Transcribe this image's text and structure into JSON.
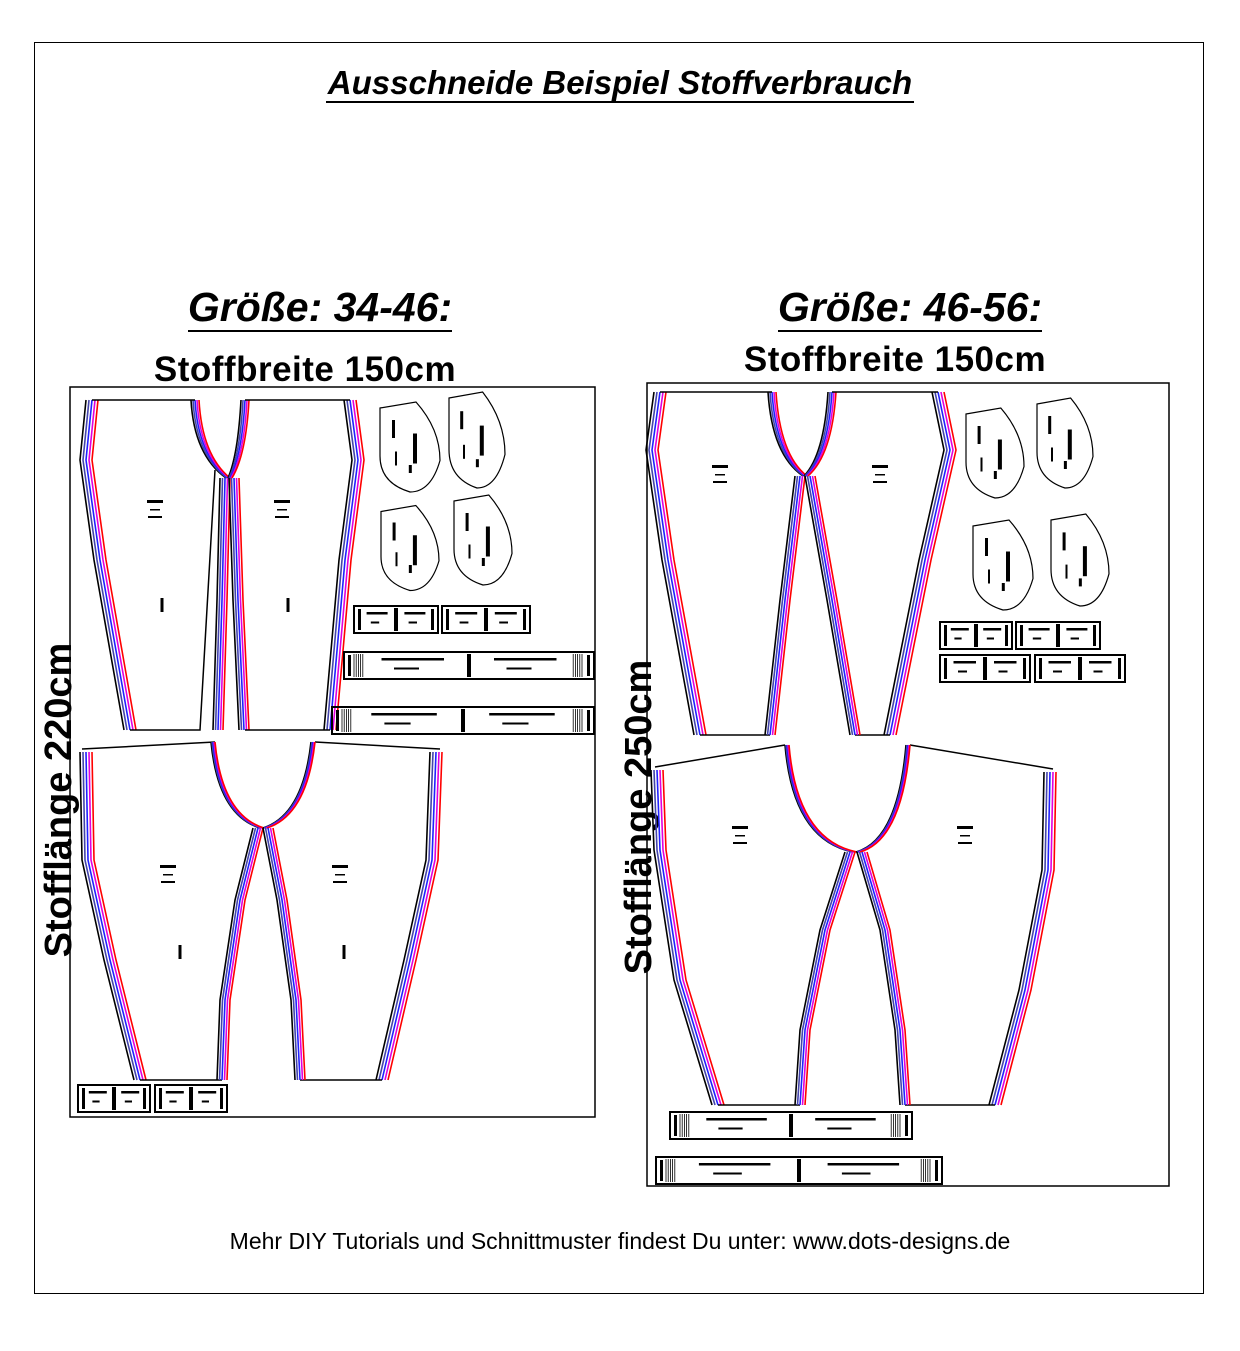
{
  "title": "Ausschneide Beispiel Stoffverbrauch",
  "layouts": [
    {
      "size_label": "Größe: 34-46:",
      "fabric_width_label": "Stoffbreite 150cm",
      "fabric_length_label": "Stofflänge 220cm"
    },
    {
      "size_label": "Größe: 46-56:",
      "fabric_width_label": "Stoffbreite 150cm",
      "fabric_length_label": "Stofflänge 250cm"
    }
  ],
  "footer": "Mehr DIY Tutorials und Schnittmuster findest Du unter: www.dots-designs.de",
  "colors": {
    "size_line_1": "#ff0000",
    "size_line_2": "#e000e0",
    "size_line_3": "#2020ff",
    "size_line_4": "#4444aa",
    "size_line_5": "#000000"
  }
}
